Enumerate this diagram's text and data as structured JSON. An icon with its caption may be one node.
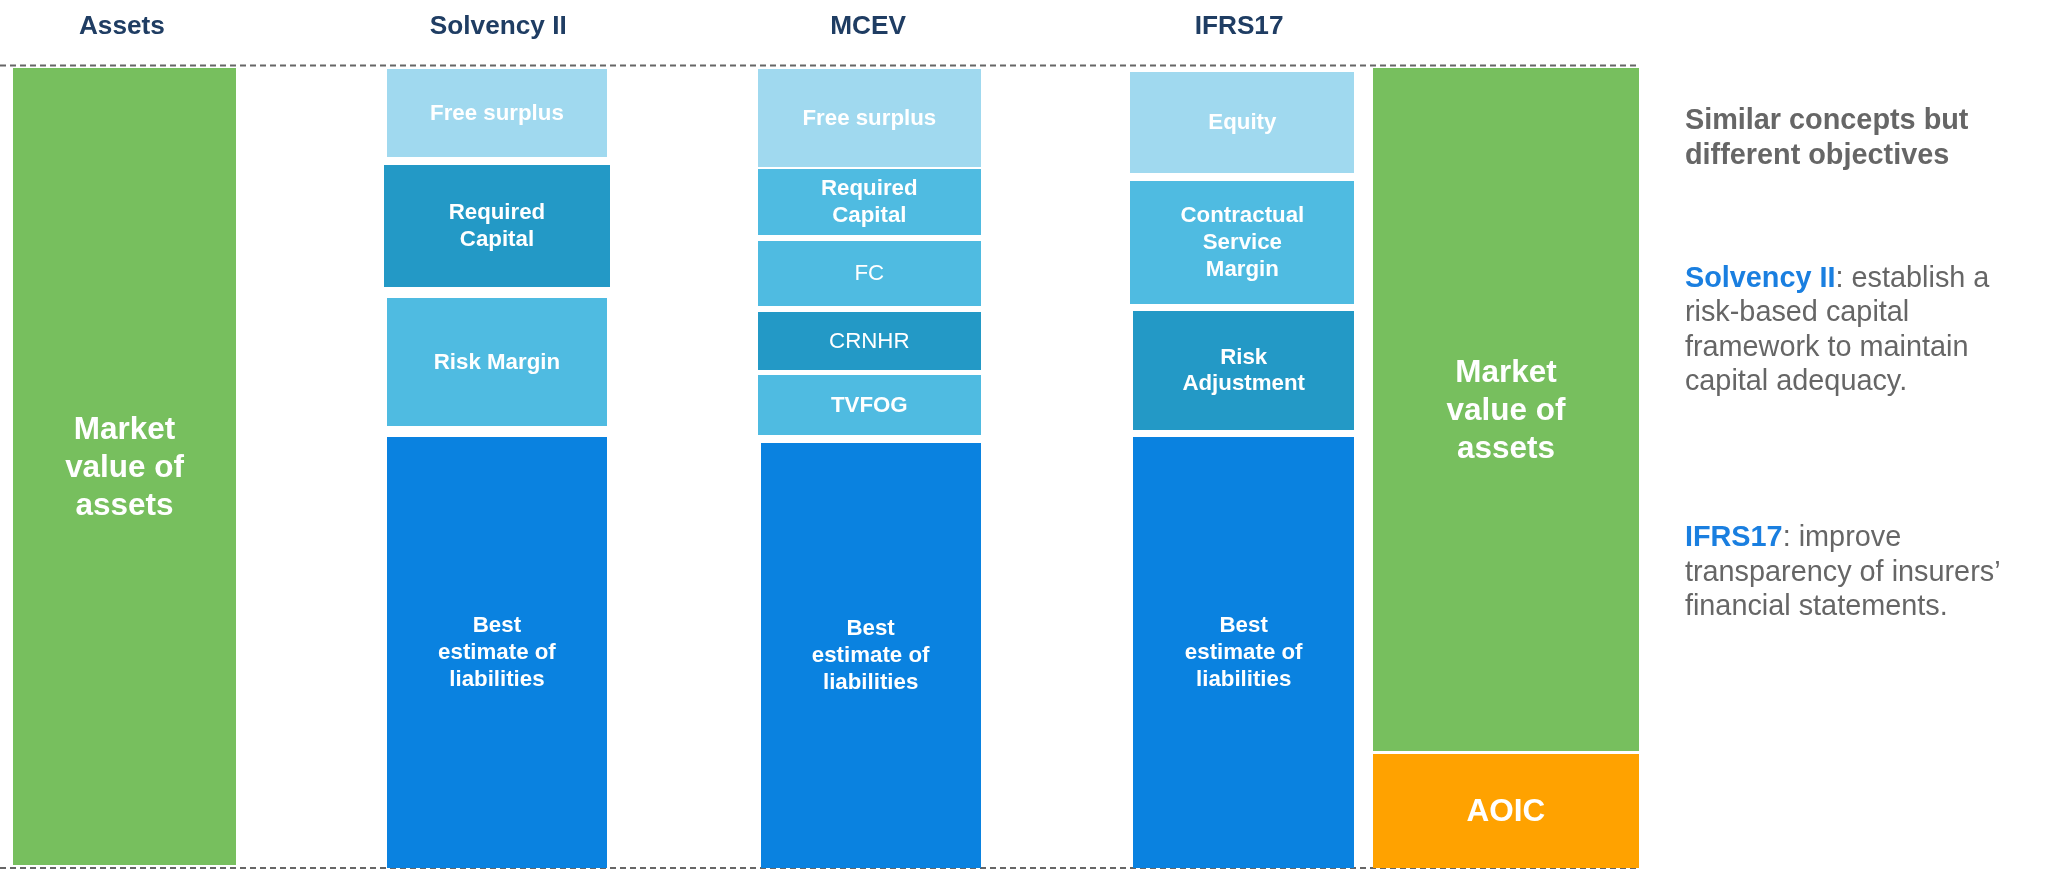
{
  "diagram": {
    "nodes": [
      {
        "text": [
          "Market value of assets"
        ]
      },
      {
        "text": [
          "Free surplus"
        ]
      },
      {
        "text": [
          "Required Capital"
        ]
      },
      {
        "text": [
          "Risk Margin"
        ]
      },
      {
        "text": [
          "Best estimate of liabilities"
        ]
      },
      {
        "text": [
          "Free surplus"
        ]
      },
      {
        "text": [
          "Required Capital"
        ]
      },
      {
        "text": [
          "FC"
        ]
      },
      {
        "text": [
          "CRNHR"
        ]
      },
      {
        "text": [
          "TVFOG"
        ]
      },
      {
        "text": [
          "Best estimate of liabilities"
        ]
      },
      {
        "text": [
          "Equity"
        ]
      },
      {
        "text": [
          "Contractual Service Margin"
        ]
      },
      {
        "text": [
          "Risk Adjustment"
        ]
      },
      {
        "text": [
          "Best estimate of liabilities"
        ]
      },
      {
        "text": [
          "Market value of assets"
        ]
      },
      {
        "text": [
          "AOIC"
        ]
      }
    ],
    "labels": [
      "Assets",
      "Solvency II",
      "MCEV",
      "IFRS17",
      "Similar concepts but different objectives",
      "**Solvency II**: establish a risk-based capital framework to maintain capital adequacy.",
      "**IFRS17**: improve transparency of insurers’ financial statements."
    ]
  }
}
